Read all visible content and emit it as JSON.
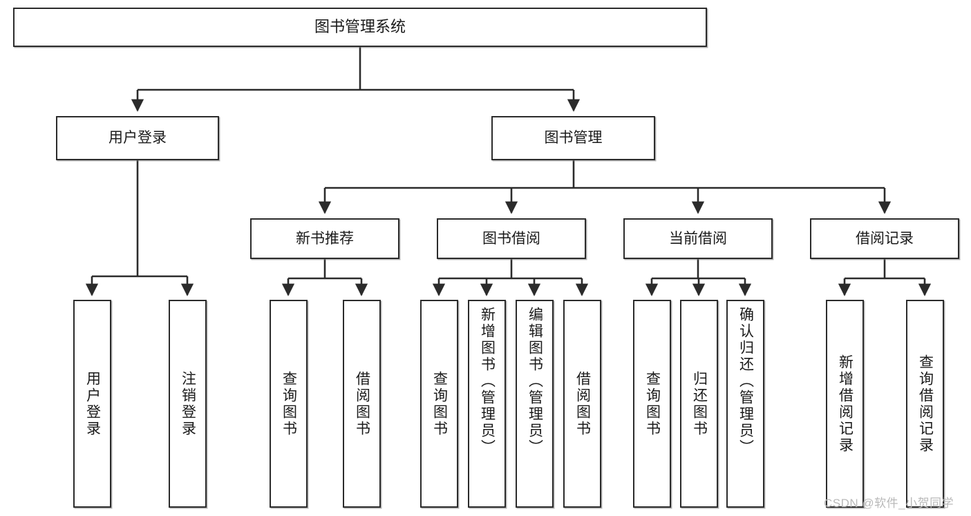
{
  "diagram": {
    "type": "tree-hierarchy",
    "title": "图书管理系统",
    "root": {
      "label": "图书管理系统"
    },
    "level2": [
      {
        "label": "用户登录"
      },
      {
        "label": "图书管理"
      }
    ],
    "level3": [
      {
        "label": "新书推荐"
      },
      {
        "label": "图书借阅"
      },
      {
        "label": "当前借阅"
      },
      {
        "label": "借阅记录"
      }
    ],
    "leaves": {
      "user_login": [
        {
          "label": "用户登录"
        },
        {
          "label": "注销登录"
        }
      ],
      "new_book_recommend": [
        {
          "label": "查询图书"
        },
        {
          "label": "借阅图书"
        }
      ],
      "book_borrow": [
        {
          "label": "查询图书"
        },
        {
          "label": "新增图书（管理员）"
        },
        {
          "label": "编辑图书（管理员）"
        },
        {
          "label": "借阅图书"
        }
      ],
      "current_borrow": [
        {
          "label": "查询图书"
        },
        {
          "label": "归还图书"
        },
        {
          "label": "确认归还（管理员）"
        }
      ],
      "borrow_record": [
        {
          "label": "新增借阅记录"
        },
        {
          "label": "查询借阅记录"
        }
      ]
    }
  },
  "watermark": {
    "text": "CSDN @软件_小贺同学"
  },
  "colors": {
    "stroke": "#2b2b2b",
    "fill": "#ffffff",
    "text": "#1a1a1a",
    "watermark": "#b9b9b9"
  }
}
